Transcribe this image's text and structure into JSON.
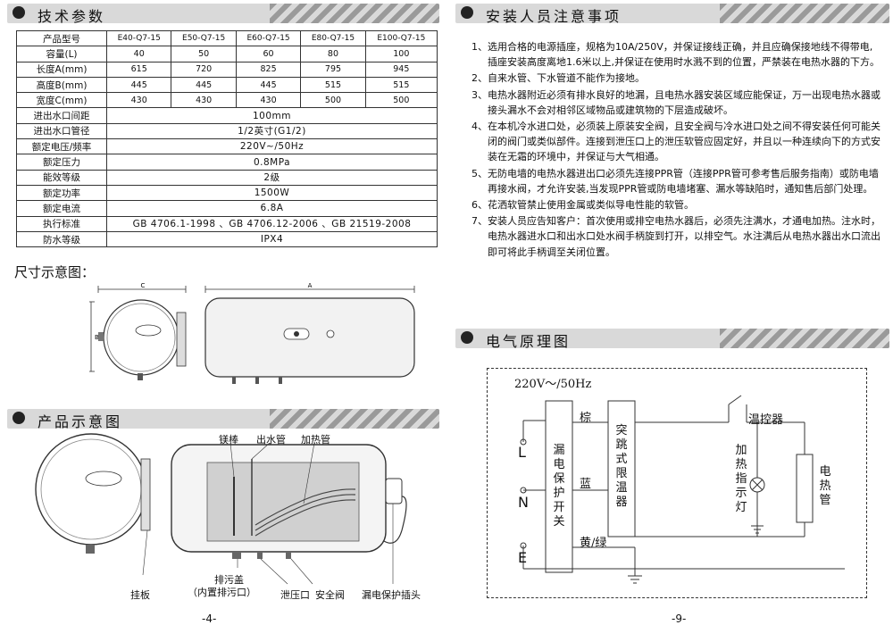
{
  "left": {
    "section_spec": "技术参数",
    "table": {
      "header": [
        "产品型号",
        "E40-Q7-15",
        "E50-Q7-15",
        "E60-Q7-15",
        "E80-Q7-15",
        "E100-Q7-15"
      ],
      "model_rows": [
        {
          "label": "容量(L)",
          "values": [
            "40",
            "50",
            "60",
            "80",
            "100"
          ]
        },
        {
          "label": "长度A(mm)",
          "values": [
            "615",
            "720",
            "825",
            "795",
            "945"
          ]
        },
        {
          "label": "高度B(mm)",
          "values": [
            "445",
            "445",
            "445",
            "515",
            "515"
          ]
        },
        {
          "label": "宽度C(mm)",
          "values": [
            "430",
            "430",
            "430",
            "500",
            "500"
          ]
        }
      ],
      "merged_rows": [
        {
          "label": "进出水口间距",
          "value": "100mm"
        },
        {
          "label": "进出水口管径",
          "value": "1/2英寸(G1/2)"
        },
        {
          "label": "额定电压/频率",
          "value": "220V~/50Hz"
        },
        {
          "label": "额定压力",
          "value": "0.8MPa"
        },
        {
          "label": "能效等级",
          "value": "2级"
        },
        {
          "label": "额定功率",
          "value": "1500W"
        },
        {
          "label": "额定电流",
          "value": "6.8A"
        },
        {
          "label": "执行标准",
          "value": "GB 4706.1-1998 、GB 4706.12-2006 、GB 21519-2008"
        },
        {
          "label": "防水等级",
          "value": "IPX4"
        }
      ]
    },
    "dim_title": "尺寸示意图：",
    "dim_letters": {
      "a": "A",
      "b": "B",
      "c": "C"
    },
    "section_product": "产品示意图",
    "parts": {
      "anode": "镁棒",
      "outlet": "出水管",
      "heater": "加热管",
      "bracket": "挂板",
      "drain": "排污盖",
      "drain_sub": "（内置排污口）",
      "relief": "泄压口",
      "safety_valve": "安全阀",
      "plug": "漏电保护插头"
    },
    "page_number": "-4-"
  },
  "right": {
    "section_install": "安装人员注意事项",
    "notes": [
      {
        "n": "1、",
        "text": "选用合格的电源插座，规格为10A/250V，并保证接线正确，并且应确保接地线不得带电,插座安装高度离地1.6米以上,并保证在使用时水溅不到的位置，严禁装在电热水器的下方。"
      },
      {
        "n": "2、",
        "text": "自来水管、下水管道不能作为接地。"
      },
      {
        "n": "3、",
        "text": "电热水器附近必须有排水良好的地漏，且电热水器安装区域应能保证，万一出现电热水器或接头漏水不会对相邻区域物品或建筑物的下层造成破坏。"
      },
      {
        "n": "4、",
        "text": "在本机冷水进口处，必须装上原装安全阀，且安全阀与冷水进口处之间不得安装任何可能关闭的阀门或类似部件。连接到泄压口上的泄压软管应固定好，并且以一种连续向下的方式安装在无霜的环境中，并保证与大气相通。"
      },
      {
        "n": "5、",
        "text": "无防电墙的电热水器进出口必须先连接PPR管（连接PPR管可参考售后服务指南）或防电墙再接水阀，才允许安装,当发现PPR管或防电墙堵塞、漏水等缺陷时，通知售后部门处理。"
      },
      {
        "n": "6、",
        "text": "花洒软管禁止使用金属或类似导电性能的软管。"
      },
      {
        "n": "7、",
        "text": "安装人员应告知客户：首次使用或排空电热水器后，必须先注满水，才通电加热。注水时，电热水器进水口和出水口处水阀手柄旋到打开，以排空气。水注满后从电热水器出水口流出即可将此手柄调至关闭位置。"
      }
    ],
    "section_circuit": "电气原理图",
    "circuit": {
      "supply": "220V～/50Hz",
      "L": "L",
      "N": "N",
      "E": "E",
      "leakage_switch": "漏电保护开关",
      "wire_brown": "棕",
      "wire_blue": "蓝",
      "wire_yg": "黄/绿",
      "limiter": "突跳式限温器",
      "thermostat": "温控器",
      "indicator": "加热指示灯",
      "heater": "电热管"
    },
    "page_number": "-9-"
  }
}
